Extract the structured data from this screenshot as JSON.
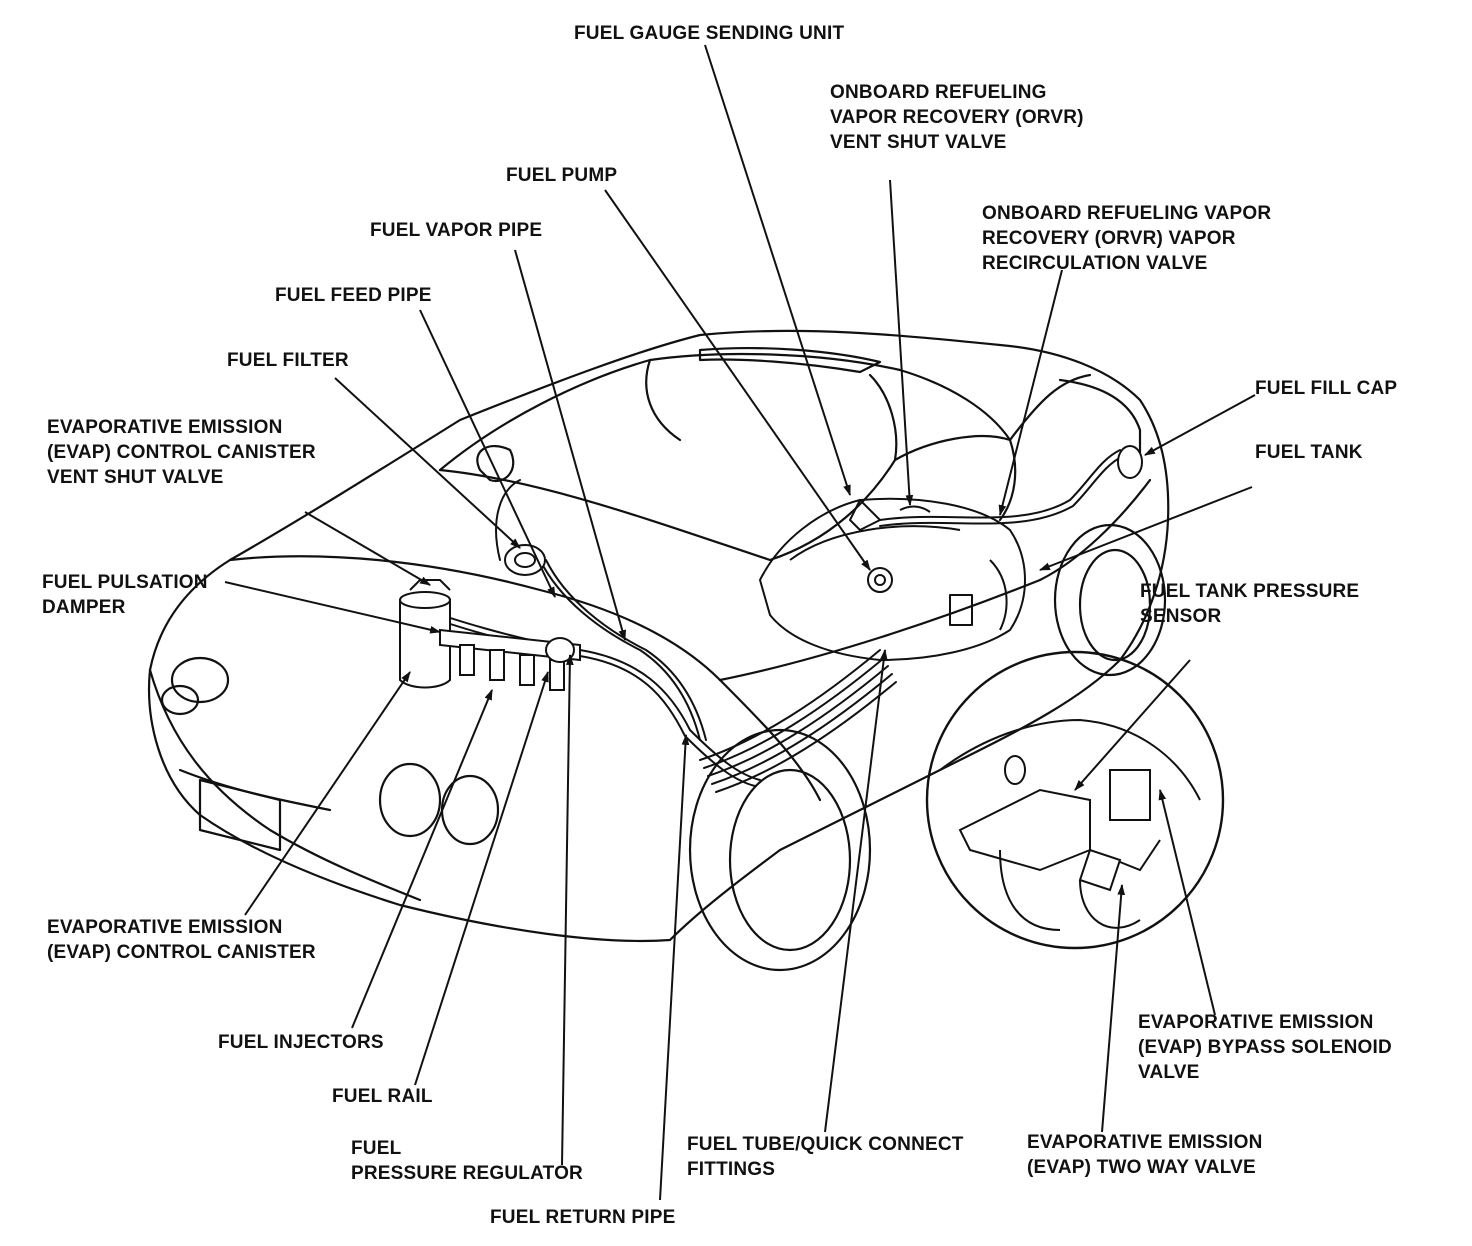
{
  "labels": {
    "fuel_gauge_sending_unit": [
      "FUEL GAUGE SENDING UNIT"
    ],
    "orvr_vent_shut_valve": [
      "ONBOARD REFUELING",
      "VAPOR RECOVERY (ORVR)",
      "VENT SHUT VALVE"
    ],
    "fuel_pump": [
      "FUEL PUMP"
    ],
    "orvr_vapor_recirculation_valve": [
      "ONBOARD REFUELING VAPOR",
      "RECOVERY (ORVR) VAPOR",
      "RECIRCULATION VALVE"
    ],
    "fuel_vapor_pipe": [
      "FUEL VAPOR PIPE"
    ],
    "fuel_feed_pipe": [
      "FUEL FEED PIPE"
    ],
    "fuel_filter": [
      "FUEL FILTER"
    ],
    "fuel_fill_cap": [
      "FUEL FILL CAP"
    ],
    "evap_canister_vent_shut_valve": [
      "EVAPORATIVE EMISSION",
      "(EVAP) CONTROL CANISTER",
      "VENT SHUT VALVE"
    ],
    "fuel_tank": [
      "FUEL TANK"
    ],
    "fuel_pulsation_damper": [
      "FUEL PULSATION",
      "DAMPER"
    ],
    "fuel_tank_pressure_sensor": [
      "FUEL TANK PRESSURE",
      "SENSOR"
    ],
    "evap_control_canister": [
      "EVAPORATIVE EMISSION",
      "(EVAP) CONTROL CANISTER"
    ],
    "fuel_injectors": [
      "FUEL INJECTORS"
    ],
    "fuel_rail": [
      "FUEL RAIL"
    ],
    "fuel_pressure_regulator": [
      "FUEL",
      "PRESSURE REGULATOR"
    ],
    "fuel_tube_quick_connect": [
      "FUEL TUBE/QUICK CONNECT",
      "FITTINGS"
    ],
    "evap_bypass_solenoid_valve": [
      "EVAPORATIVE EMISSION",
      "(EVAP) BYPASS SOLENOID",
      "VALVE"
    ],
    "evap_two_way_valve": [
      "EVAPORATIVE EMISSION",
      "(EVAP) TWO WAY VALVE"
    ],
    "fuel_return_pipe": [
      "FUEL RETURN PIPE"
    ]
  },
  "colors": {
    "ink": "#111111",
    "paper": "#ffffff"
  }
}
